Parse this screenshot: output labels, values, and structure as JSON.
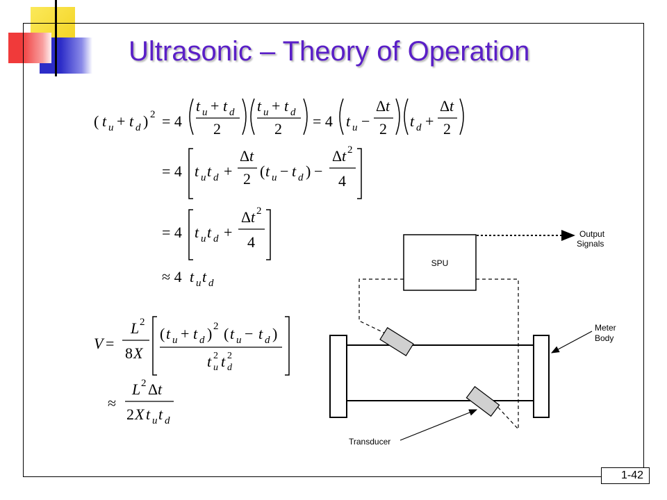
{
  "slide": {
    "title": "Ultrasonic – Theory of Operation",
    "number": "1-42"
  },
  "diagram": {
    "spu_label": "SPU",
    "output_line1": "Output",
    "output_line2": "Signals",
    "meter_line1": "Meter",
    "meter_line2": "Body",
    "transducer_label": "Transducer"
  },
  "colors": {
    "title": "#5a1fc7",
    "deco_yellow": "#f7e04a",
    "deco_red": "#f04848",
    "deco_blue": "#3a3ad0"
  }
}
